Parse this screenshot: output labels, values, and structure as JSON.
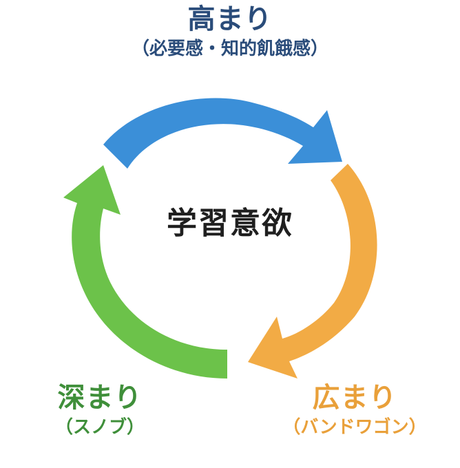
{
  "diagram": {
    "center": {
      "text": "学習意欲"
    },
    "stages": [
      {
        "id": "top",
        "title": "高まり",
        "subtitle": "（必要感・知的飢餓感）",
        "color": "#3b8fd8",
        "text_color": "#2a4c7a"
      },
      {
        "id": "right",
        "title": "広まり",
        "subtitle": "（バンドワゴン）",
        "color": "#f2ab45",
        "text_color": "#e9a03a"
      },
      {
        "id": "left",
        "title": "深まり",
        "subtitle": "（スノブ）",
        "color": "#6cc24a",
        "text_color": "#3f8f3a"
      }
    ],
    "flow": "clockwise"
  }
}
